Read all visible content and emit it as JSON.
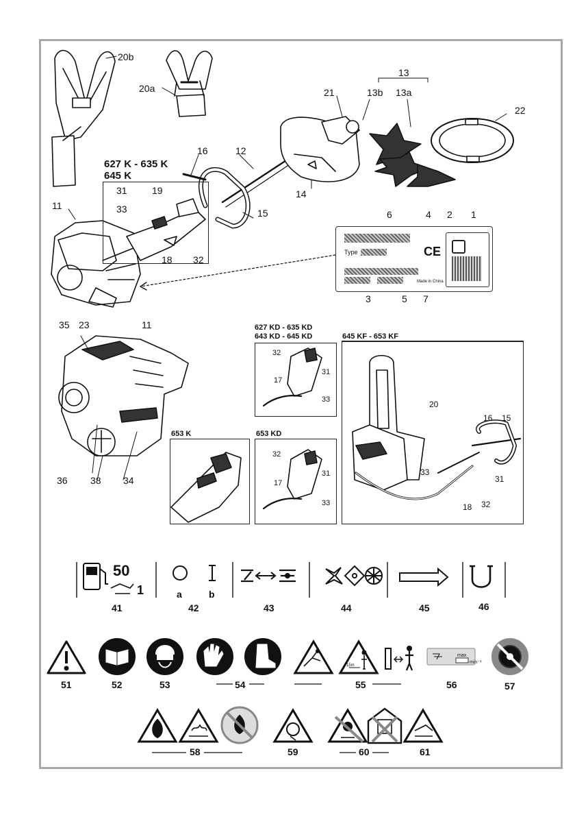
{
  "models": {
    "main_line1": "627 K - 635 K",
    "main_line2": "645 K",
    "kd_line1": "627 KD - 635 KD",
    "kd_line2": "643 KD - 645 KD",
    "kf": "645 KF - 653 KF",
    "k653": "653 K",
    "kd653": "653 KD"
  },
  "plate": {
    "type_label": "Type",
    "made_in": "Made in China"
  },
  "symbols": {
    "fuel_ratio_top": "50",
    "fuel_ratio_bottom": "1",
    "switch_a": "a",
    "switch_b": "b",
    "rpm_max": "max",
    "rpm_unit": "min⁻¹",
    "distance": "15m"
  },
  "callouts": {
    "c20b": "20b",
    "c20a": "20a",
    "c13": "13",
    "c21": "21",
    "c13b": "13b",
    "c13a": "13a",
    "c22": "22",
    "c16": "16",
    "c12": "12",
    "c31": "31",
    "c19": "19",
    "c33": "33",
    "c11": "11",
    "c15": "15",
    "c14": "14",
    "c18": "18",
    "c32": "32",
    "c6": "6",
    "c4": "4",
    "c2": "2",
    "c1": "1",
    "c3": "3",
    "c5": "5",
    "c7": "7",
    "c35": "35",
    "c23": "23",
    "c11b": "11",
    "c36": "36",
    "c38": "38",
    "c34": "34",
    "kd_32": "32",
    "kd_31": "31",
    "kd_17": "17",
    "kd_33": "33",
    "kf_20": "20",
    "kf_16": "16",
    "kf_15": "15",
    "kf_33": "33",
    "kf_31": "31",
    "kf_18": "18",
    "kf_32": "32",
    "kd653_32": "32",
    "kd653_31": "31",
    "kd653_17": "17",
    "kd653_33": "33"
  },
  "symbol_numbers": {
    "s41": "41",
    "s42": "42",
    "s43": "43",
    "s44": "44",
    "s45": "45",
    "s46": "46",
    "s51": "51",
    "s52": "52",
    "s53": "53",
    "s54": "54",
    "s55": "55",
    "s56": "56",
    "s57": "57",
    "s58": "58",
    "s59": "59",
    "s60": "60",
    "s61": "61"
  }
}
